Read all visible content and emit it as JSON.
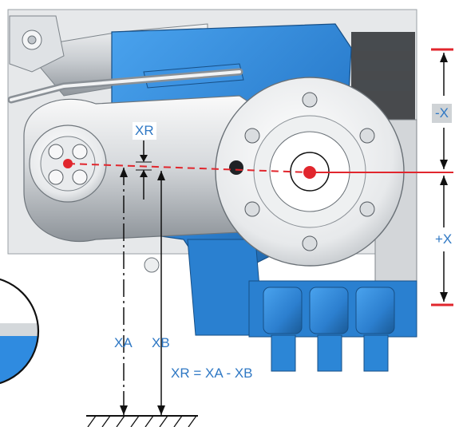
{
  "colors": {
    "accent": "#2f78c4",
    "highlight": "#e1262d",
    "metal": "#c8ccd0",
    "blue_part": "#2c86d6",
    "blue_dark": "#1c5e9c"
  },
  "labels": {
    "xr": "XR",
    "xa": "XA",
    "xb": "XB",
    "minus_x": "-X",
    "plus_x": "+X",
    "formula": "XR = XA - XB"
  },
  "icons": {
    "ground": "ground-hatch-icon",
    "hub": "wheel-hub-icon",
    "center_point": "center-point-icon"
  }
}
